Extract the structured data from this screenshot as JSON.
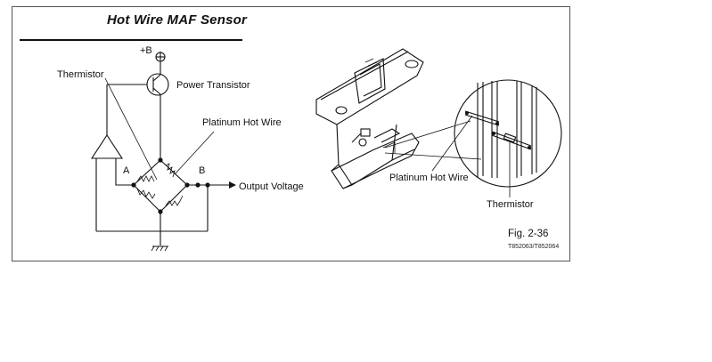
{
  "title": "Hot Wire MAF Sensor",
  "schematic": {
    "supply_label": "+B",
    "thermistor_label": "Thermistor",
    "transistor_label": "Power Transistor",
    "hot_wire_label": "Platinum Hot Wire",
    "node_a_label": "A",
    "node_b_label": "B",
    "output_label": "Output Voltage"
  },
  "illustration": {
    "hot_wire_label": "Platinum Hot Wire",
    "thermistor_label": "Thermistor"
  },
  "figure_number": "Fig. 2-36",
  "figure_code": "T852063/T852064"
}
